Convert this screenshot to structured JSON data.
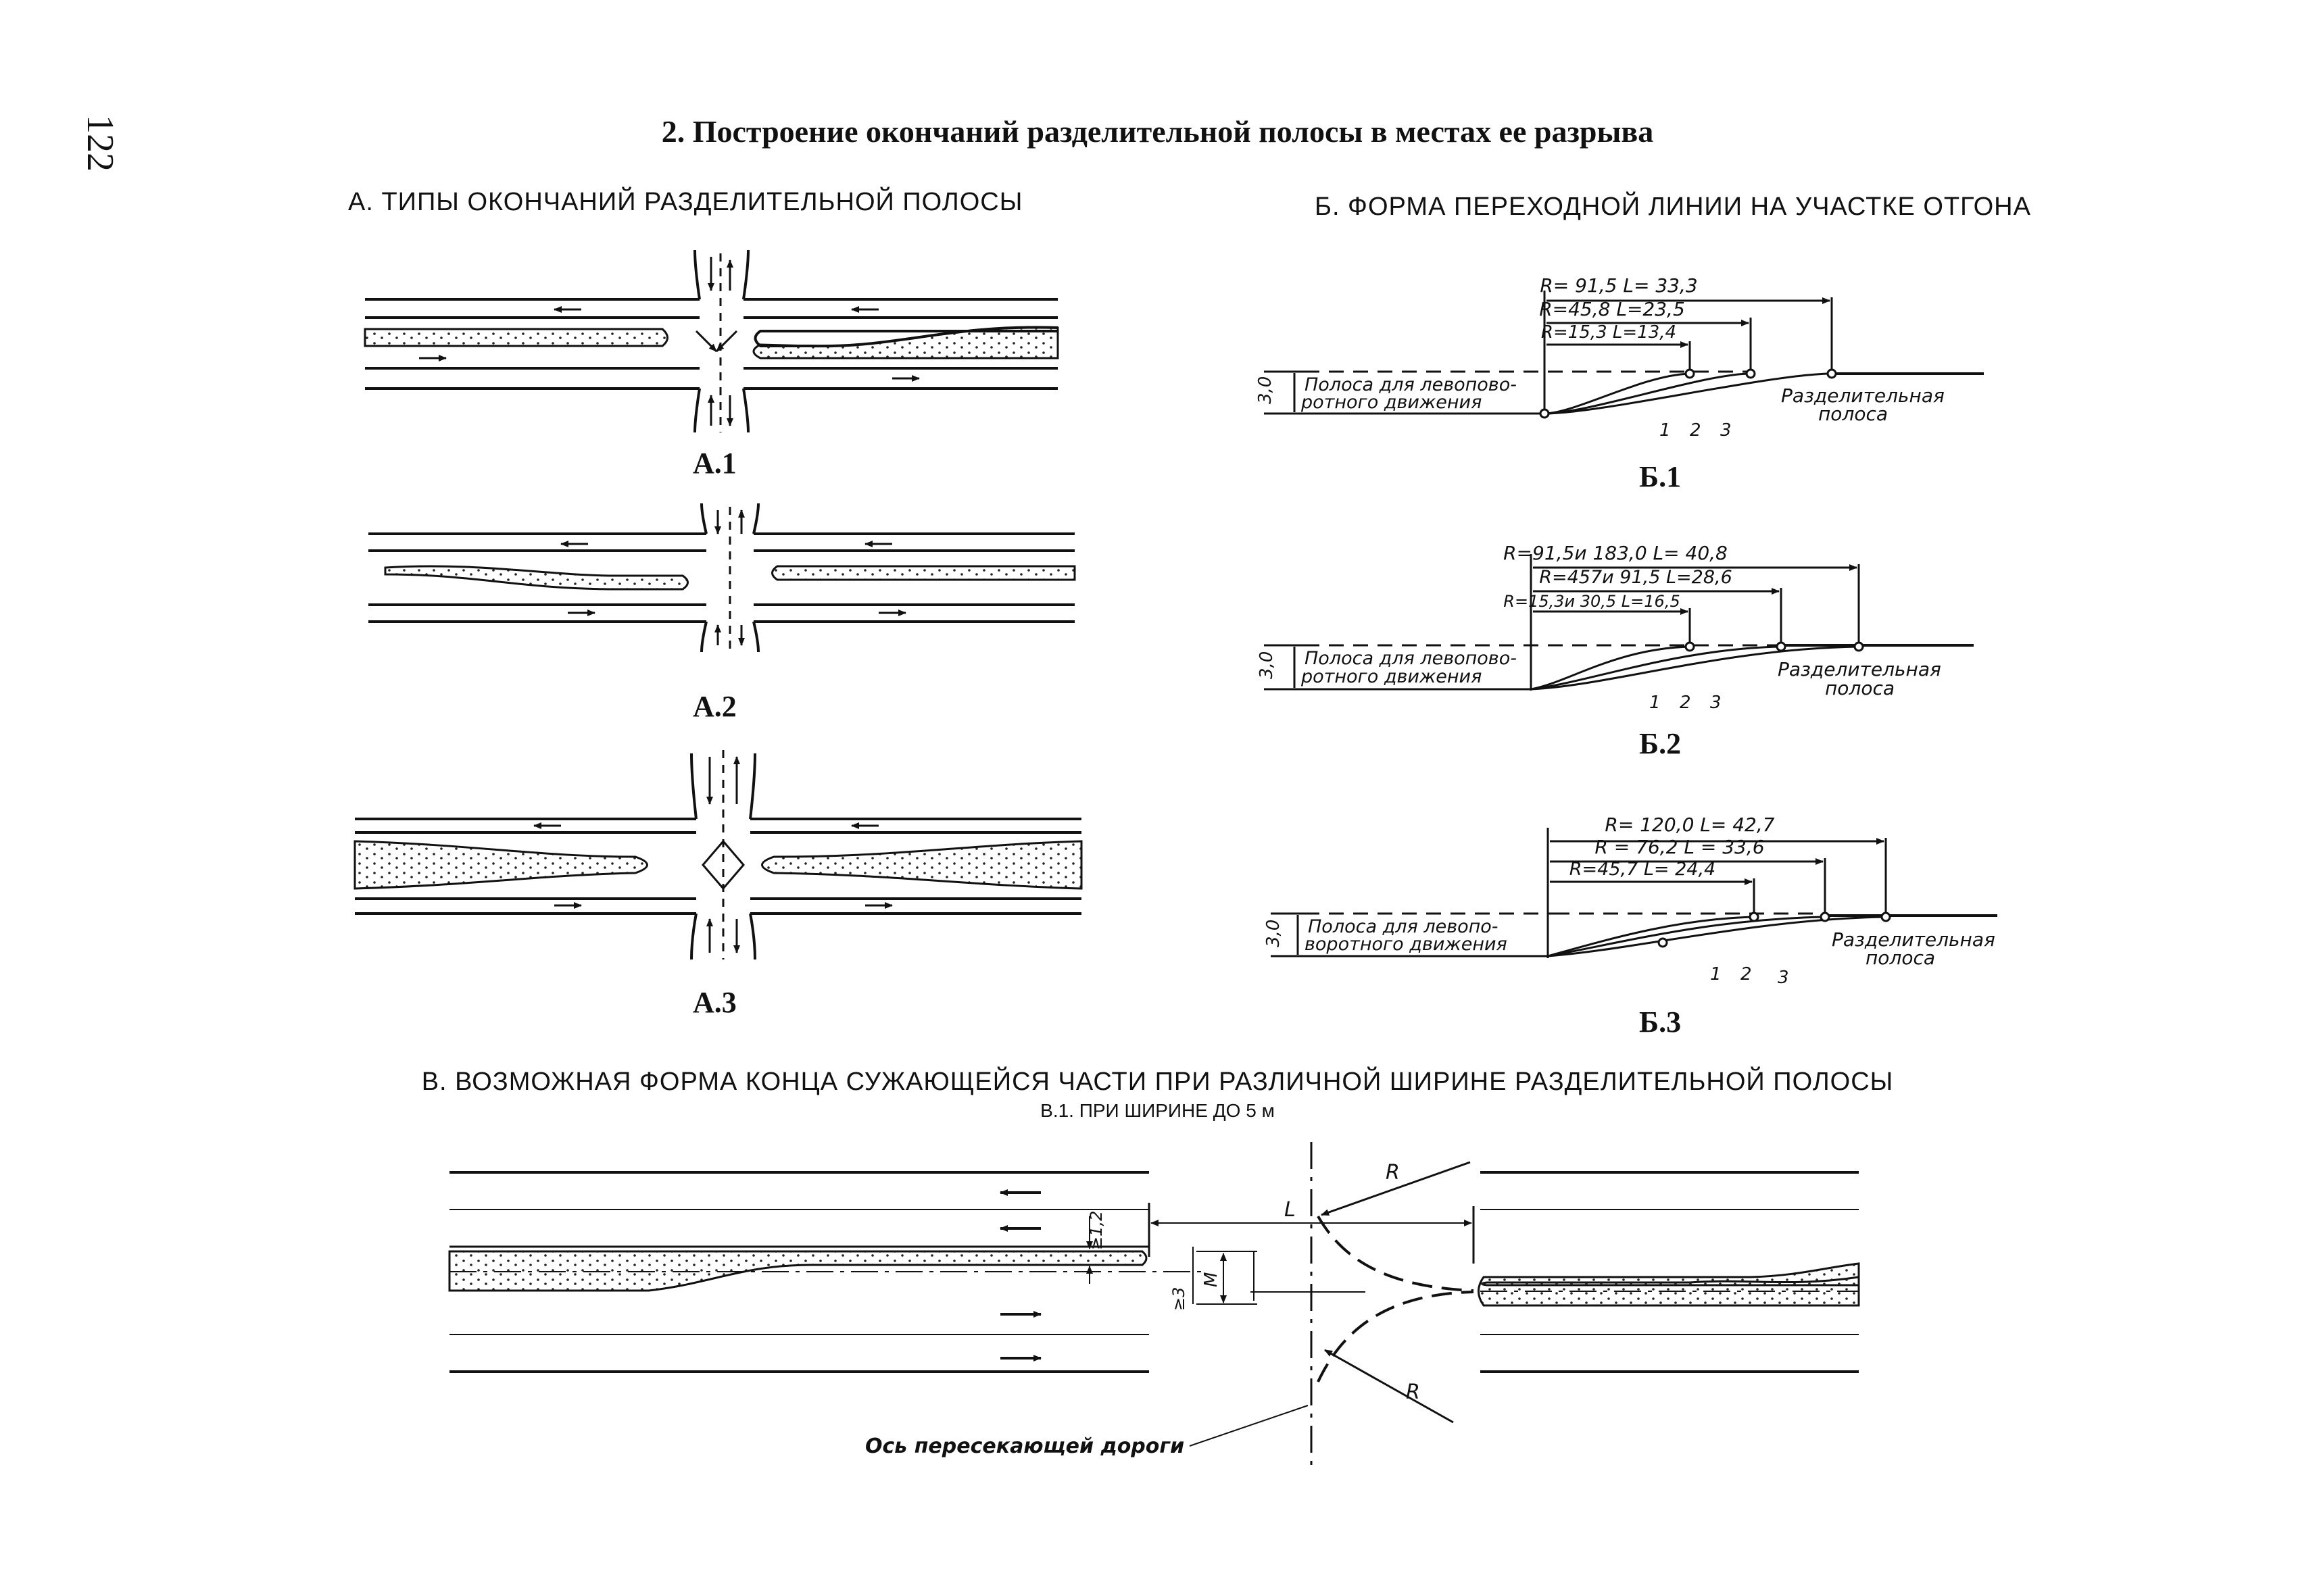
{
  "page_number": "122",
  "title": "2. Построение окончаний разделительной полосы в местах ее разрыва",
  "section_a": {
    "title": "А. ТИПЫ ОКОНЧАНИЙ РАЗДЕЛИТЕЛЬНОЙ ПОЛОСЫ",
    "captions": [
      "А.1",
      "А.2",
      "А.3"
    ]
  },
  "section_b": {
    "title": "Б. ФОРМА ПЕРЕХОДНОЙ ЛИНИИ НА УЧАСТКЕ ОТГОНА",
    "lane_label_1": "Полоса для левопово-",
    "lane_label_2": "ротного движения",
    "lane_label_3_1": "Полоса для левопо-",
    "lane_label_3_2": "воротного движения",
    "width_label": "3,0",
    "median_label_1": "Разделительная",
    "median_label_2": "полоса",
    "curve_numbers": [
      "1",
      "2",
      "3"
    ],
    "diagrams": [
      {
        "caption": "Б.1",
        "dims": [
          "R= 91,5  L= 33,3",
          "R=45,8  L=23,5",
          "R=15,3  L=13,4"
        ]
      },
      {
        "caption": "Б.2",
        "dims": [
          "R=91,5и 183,0    L= 40,8",
          "R=457и 91,5  L=28,6",
          "R=15,3и 30,5 L=16,5"
        ]
      },
      {
        "caption": "Б.3",
        "dims": [
          "R= 120,0  L= 42,7",
          "R = 76,2  L = 33,6",
          "R=45,7  L= 24,4"
        ]
      }
    ]
  },
  "section_c": {
    "title": "В. ВОЗМОЖНАЯ ФОРМА КОНЦА СУЖАЮЩЕЙСЯ ЧАСТИ ПРИ РАЗЛИЧНОЙ ШИРИНЕ РАЗДЕЛИТЕЛЬНОЙ ПОЛОСЫ",
    "subtitle": "В.1. ПРИ ШИРИНЕ ДО 5 м",
    "label_R": "R",
    "label_L": "L",
    "label_M": "М",
    "label_min3": "≥3",
    "label_min12": "≥1,2",
    "axis_label": "Ось пересекающей дороги"
  }
}
